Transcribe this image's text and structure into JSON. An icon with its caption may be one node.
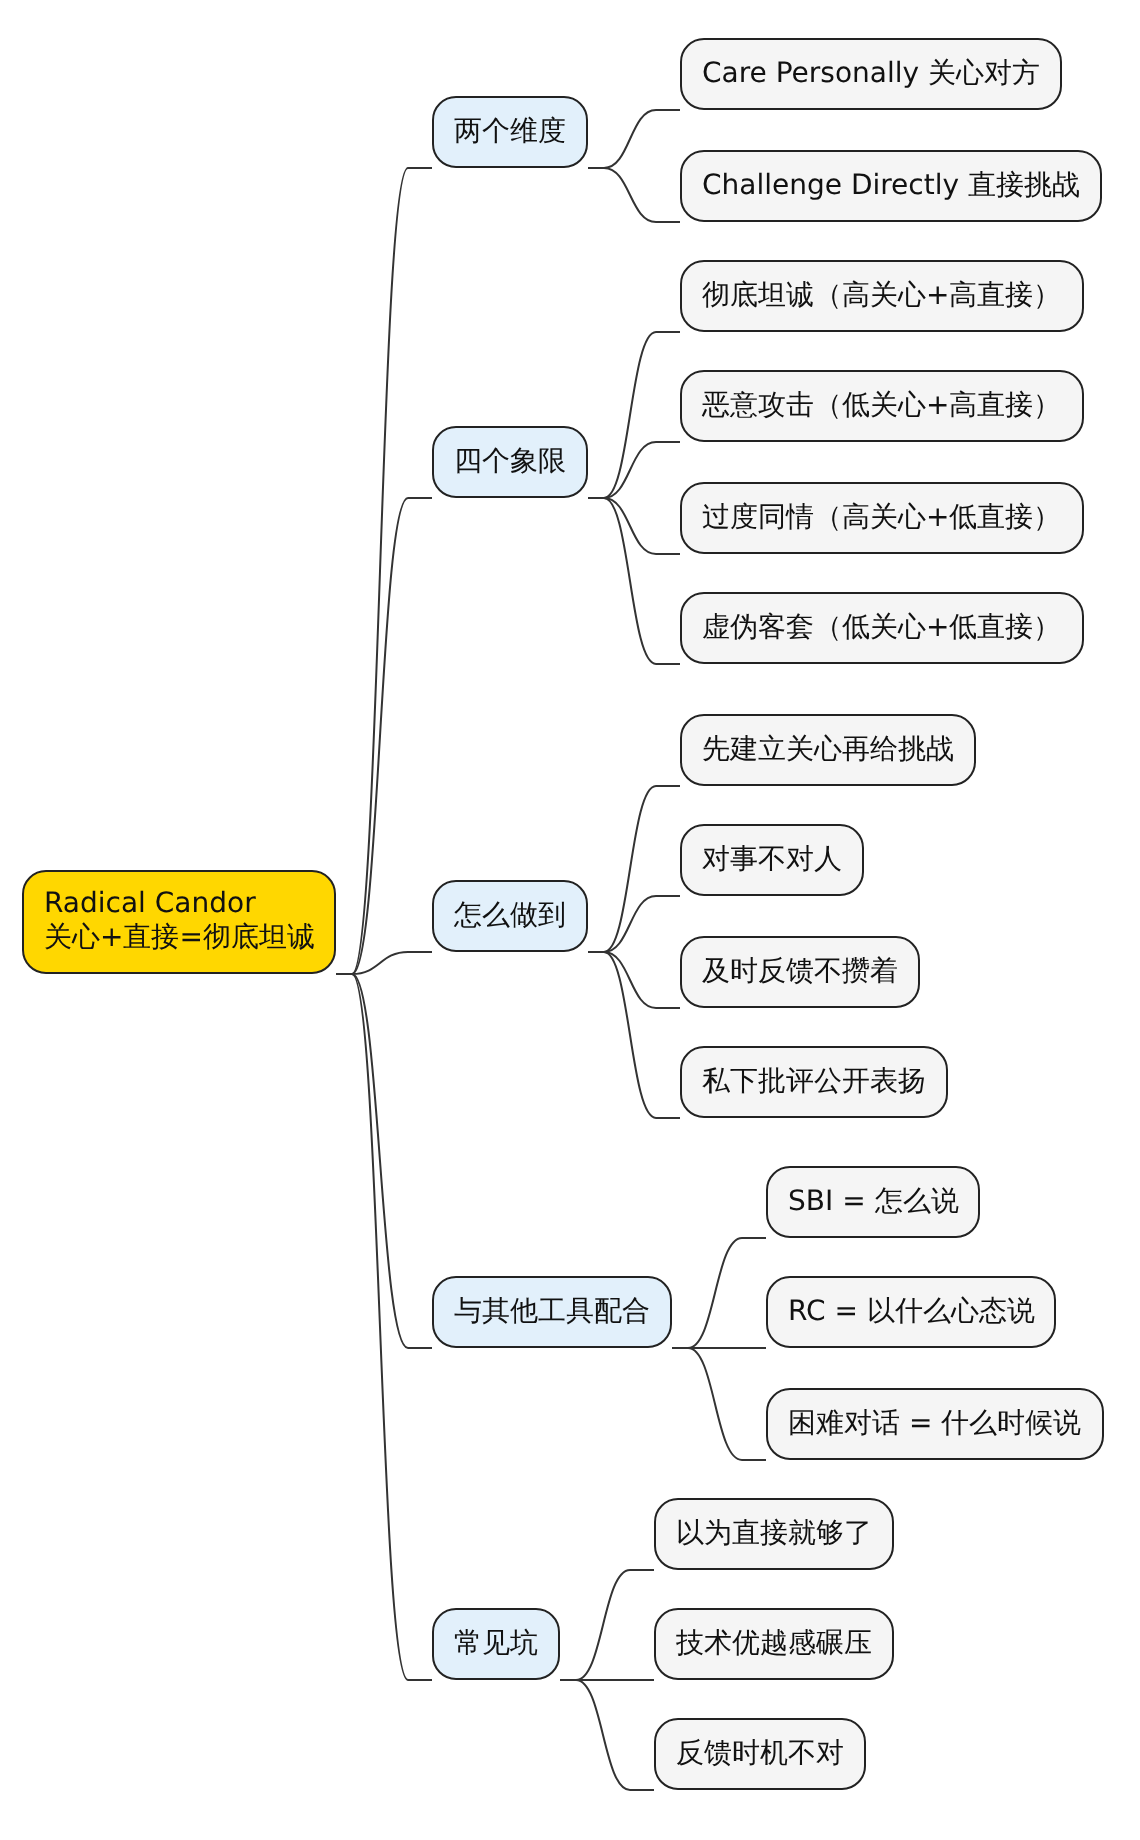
{
  "diagram": {
    "nodes": [
      {
        "text": [
          "Radical Candor",
          "关心+直接=彻底坦诚"
        ]
      },
      {
        "text": [
          "两个维度"
        ]
      },
      {
        "text": [
          "Care Personally 关心对方"
        ]
      },
      {
        "text": [
          "Challenge Directly 直接挑战"
        ]
      },
      {
        "text": [
          "四个象限"
        ]
      },
      {
        "text": [
          "彻底坦诚（高关心+高直接）"
        ]
      },
      {
        "text": [
          "恶意攻击（低关心+高直接）"
        ]
      },
      {
        "text": [
          "过度同情（高关心+低直接）"
        ]
      },
      {
        "text": [
          "虚伪客套（低关心+低直接）"
        ]
      },
      {
        "text": [
          "怎么做到"
        ]
      },
      {
        "text": [
          "先建立关心再给挑战"
        ]
      },
      {
        "text": [
          "对事不对人"
        ]
      },
      {
        "text": [
          "及时反馈不攒着"
        ]
      },
      {
        "text": [
          "私下批评公开表扬"
        ]
      },
      {
        "text": [
          "与其他工具配合"
        ]
      },
      {
        "text": [
          "SBI = 怎么说"
        ]
      },
      {
        "text": [
          "RC = 以什么心态说"
        ]
      },
      {
        "text": [
          "困难对话 = 什么时候说"
        ]
      },
      {
        "text": [
          "常见坑"
        ]
      },
      {
        "text": [
          "以为直接就够了"
        ]
      },
      {
        "text": [
          "技术优越感碾压"
        ]
      },
      {
        "text": [
          "反馈时机不对"
        ]
      }
    ],
    "edges": [
      {
        "from": 0,
        "to": 1,
        "arrow": "none"
      },
      {
        "from": 1,
        "to": 2,
        "arrow": "none"
      },
      {
        "from": 1,
        "to": 3,
        "arrow": "none"
      },
      {
        "from": 0,
        "to": 4,
        "arrow": "none"
      },
      {
        "from": 4,
        "to": 5,
        "arrow": "none"
      },
      {
        "from": 4,
        "to": 6,
        "arrow": "none"
      },
      {
        "from": 4,
        "to": 7,
        "arrow": "none"
      },
      {
        "from": 4,
        "to": 8,
        "arrow": "none"
      },
      {
        "from": 0,
        "to": 9,
        "arrow": "none"
      },
      {
        "from": 9,
        "to": 10,
        "arrow": "none"
      },
      {
        "from": 9,
        "to": 11,
        "arrow": "none"
      },
      {
        "from": 9,
        "to": 12,
        "arrow": "none"
      },
      {
        "from": 9,
        "to": 13,
        "arrow": "none"
      },
      {
        "from": 0,
        "to": 14,
        "arrow": "none"
      },
      {
        "from": 14,
        "to": 15,
        "arrow": "none"
      },
      {
        "from": 14,
        "to": 16,
        "arrow": "none"
      },
      {
        "from": 14,
        "to": 17,
        "arrow": "none"
      },
      {
        "from": 0,
        "to": 18,
        "arrow": "none"
      },
      {
        "from": 18,
        "to": 19,
        "arrow": "none"
      },
      {
        "from": 18,
        "to": 20,
        "arrow": "none"
      },
      {
        "from": 18,
        "to": 21,
        "arrow": "none"
      }
    ]
  }
}
